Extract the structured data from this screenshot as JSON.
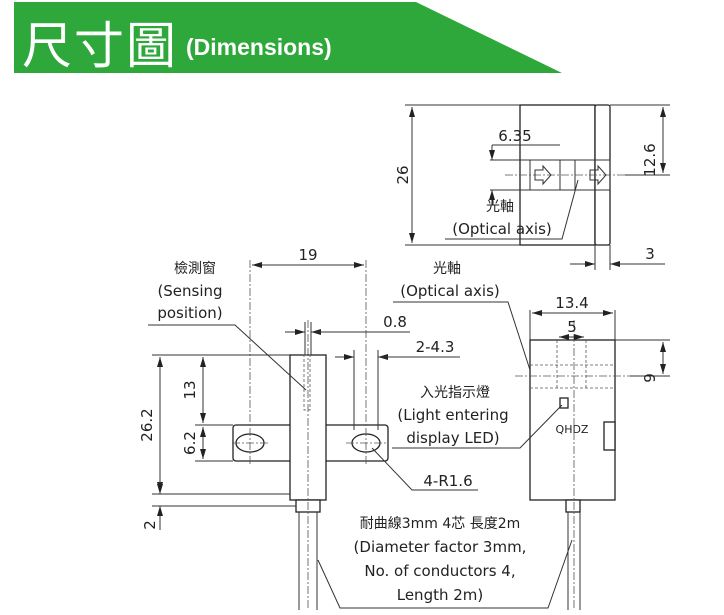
{
  "header": {
    "title_cjk": "尺寸圖",
    "title_en": "(Dimensions)",
    "band_color": "#2ea83b"
  },
  "top_view": {
    "dim_height": "26",
    "dim_slot": "6.35",
    "dim_axis_height": "12.6",
    "dim_flange": "3",
    "optical_axis_cjk": "光軸",
    "optical_axis_en": "(Optical axis)"
  },
  "front_view": {
    "sensing_cjk": "檢測窗",
    "sensing_en_1": "(Sensing",
    "sensing_en_2": "position)",
    "dim_hole_pitch": "19",
    "dim_window": "0.8",
    "dim_holes": "2-4.3",
    "dim_total_height": "26.2",
    "dim_upper": "13",
    "dim_flange": "6.2",
    "dim_radius": "4-R1.6",
    "dim_cable_offset": "2"
  },
  "side_view": {
    "optical_axis_cjk": "光軸",
    "optical_axis_en": "(Optical axis)",
    "dim_width": "13.4",
    "dim_slot": "5",
    "dim_axis": "9",
    "marking": "QHDZ",
    "led_cjk": "入光指示燈",
    "led_en_1": "(Light entering",
    "led_en_2": "display LED)"
  },
  "cable": {
    "line_1": "耐曲線3mm 4芯 長度2m",
    "line_2": "(Diameter factor 3mm,",
    "line_3": "No. of conductors 4,",
    "line_4": "Length 2m)"
  }
}
